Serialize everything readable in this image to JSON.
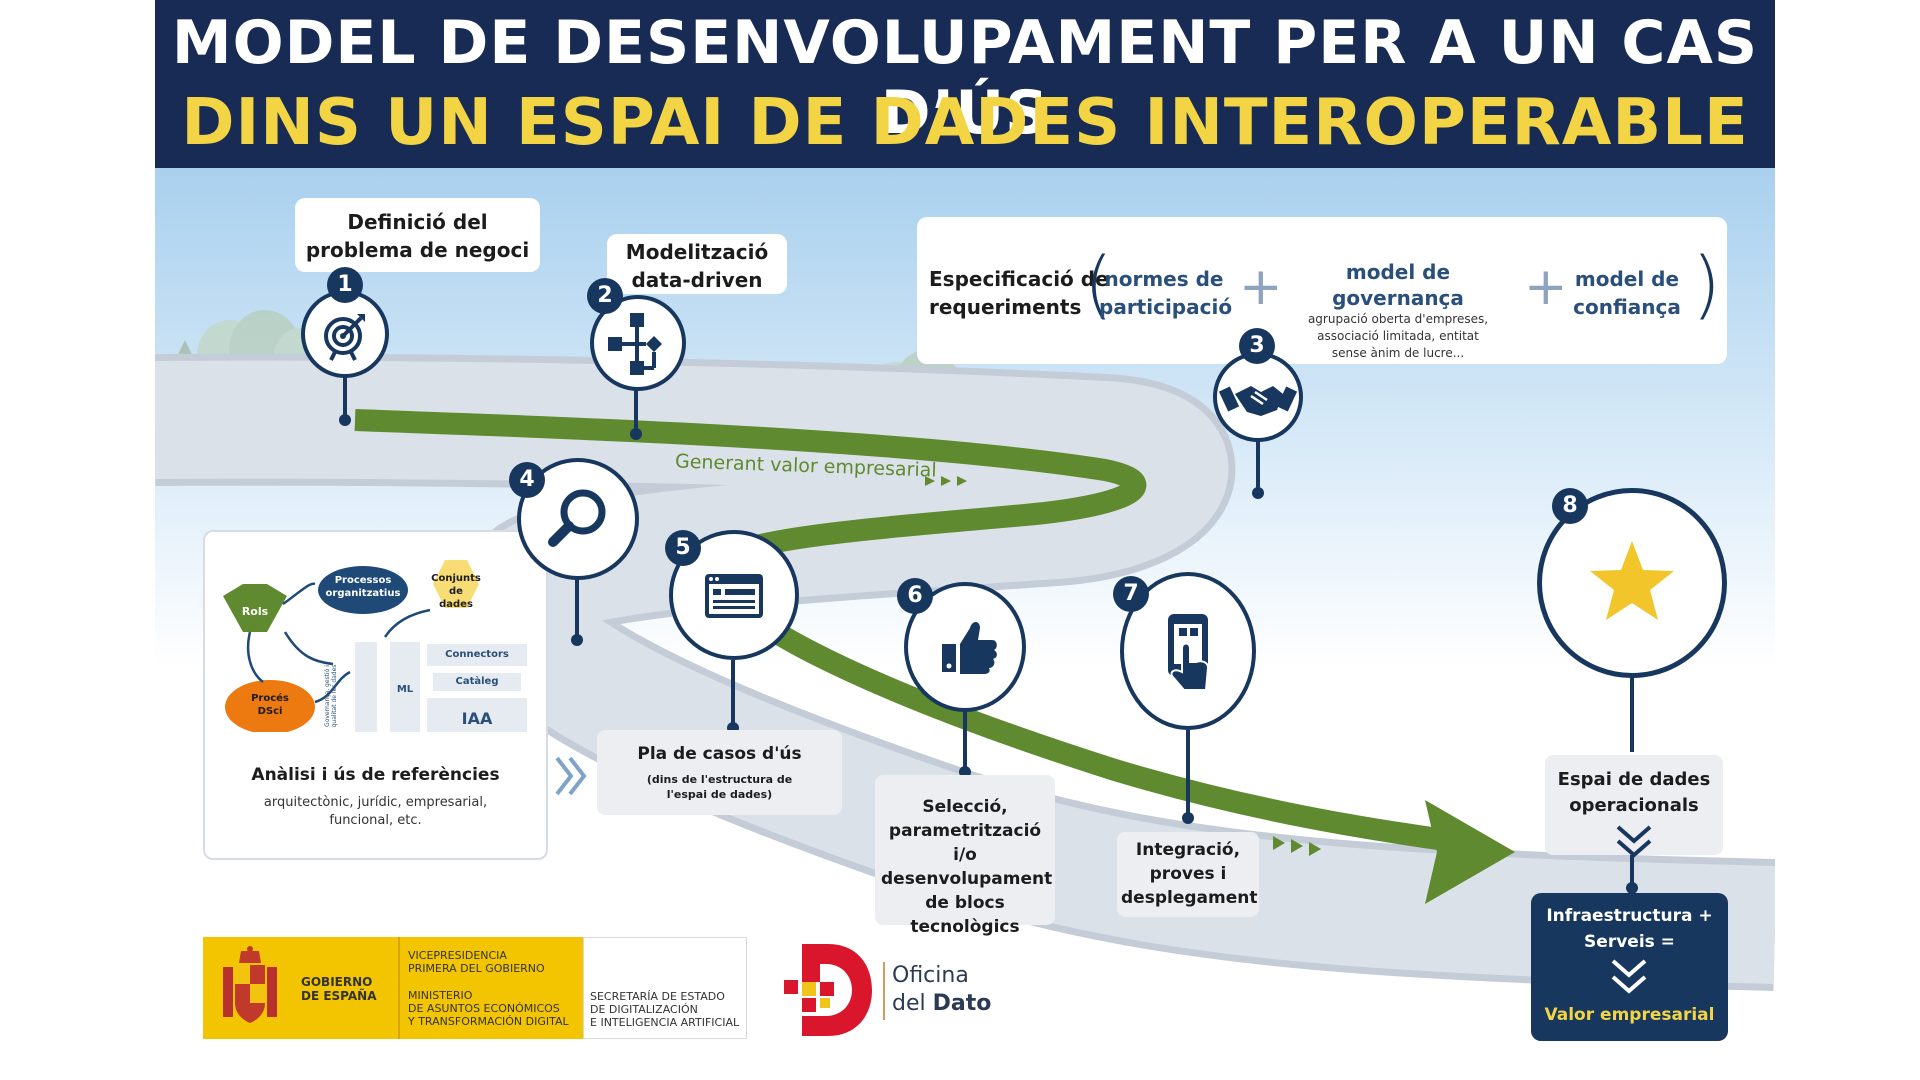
{
  "title": {
    "line1": "MODEL DE DESENVOLUPAMENT PER A UN CAS D’ÚS",
    "line2": "DINS UN ESPAI DE DADES INTEROPERABLE"
  },
  "colors": {
    "navy": "#182b55",
    "yellow": "#f2d444",
    "green": "#5f8a2f",
    "road": "#d3d9e2"
  },
  "steps": [
    {
      "n": "1",
      "label1": "Definició del",
      "label2": "problema de negoci",
      "icon": "target-icon"
    },
    {
      "n": "2",
      "label1": "Modelització",
      "label2": "data-driven",
      "icon": "flowchart-icon"
    },
    {
      "n": "3",
      "icon": "handshake-icon"
    },
    {
      "n": "4",
      "icon": "magnifier-icon"
    },
    {
      "n": "5",
      "label": "Pla de casos d'ús",
      "sub": "(dins de l'estructura de l'espai de dades)",
      "icon": "window-list-icon"
    },
    {
      "n": "6",
      "label": "Selecció, parametrització i/o desenvolupament de blocs tecnològics",
      "icon": "thumbs-up-icon"
    },
    {
      "n": "7",
      "label": "Integració, proves i desplegament",
      "icon": "touch-phone-icon"
    },
    {
      "n": "8",
      "label": "Espai de dades operacionals",
      "icon": "star-icon"
    }
  ],
  "requirements": {
    "title1": "Especificació de",
    "title2": "requeriments",
    "part1": "normes de",
    "part2": "participació",
    "gov_title": "model de governança",
    "gov_sub1": "agrupació oberta d'empreses,",
    "gov_sub2": "associació limitada, entitat",
    "gov_sub3": "sense ànim de lucre...",
    "trust1": "model de",
    "trust2": "confiança"
  },
  "road_label": "Generant valor empresarial",
  "analysis": {
    "title": "Anàlisi i ús de referències",
    "sub1": "arquitectònic, jurídic, empresarial,",
    "sub2": "funcional, etc.",
    "rols": "Rols",
    "processos1": "Processos",
    "processos2": "organitzatius",
    "conjunts1": "Conjunts",
    "conjunts2": "de dades",
    "proces1": "Procés",
    "proces2": "DSci",
    "governance1": "Governança, gestió i",
    "governance2": "qualitat de les dades",
    "ml": "ML",
    "connectors": "Connectors",
    "cataleg": "Catàleg",
    "iaa": "IAA"
  },
  "value_box": {
    "line1": "Infraestructura +",
    "line2": "Serveis =",
    "value": "Valor empresarial"
  },
  "footer": {
    "gov1": "GOBIERNO",
    "gov2": "DE ESPAÑA",
    "vice1": "VICEPRESIDENCIA",
    "vice2": "PRIMERA DEL GOBIERNO",
    "min1": "MINISTERIO",
    "min2": "DE ASUNTOS ECONÓMICOS",
    "min3": "Y TRANSFORMACIÓN DIGITAL",
    "sec1": "SECRETARÍA DE ESTADO",
    "sec2": "DE DIGITALIZACIÓN",
    "sec3": "E INTELIGENCIA ARTIFICIAL",
    "oficina1": "Oficina",
    "oficina2": "del",
    "oficina3": "Dato"
  }
}
